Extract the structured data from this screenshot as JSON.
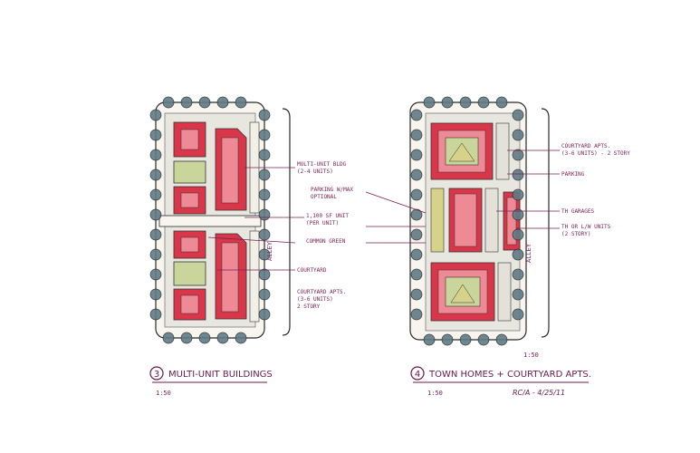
{
  "colors": {
    "paper": "#ffffff",
    "roof_red": "#d9364a",
    "roof_light": "#ee8a95",
    "green": "#c9d59a",
    "green_dark": "#9fb36b",
    "tree": "#5f7b86",
    "ink": "#2b2b2b",
    "annotation": "#7a1f55",
    "courtyard_yellow": "#d7d28a"
  },
  "plan_a": {
    "number": "3",
    "title": "MULTI-UNIT BUILDINGS",
    "scale": "1:50",
    "alley": "ALLEY",
    "labels": {
      "multi_unit": "MULTI-UNIT BLDG",
      "multi_unit_sub": "(2-4 UNITS)",
      "parking": "PARKING W/MAX",
      "parking_sub": "OPTIONAL",
      "unit": "1,100 SF UNIT",
      "unit_sub": "(PER UNIT)",
      "common_green": "COMMON GREEN",
      "courtyard": "COURTYARD",
      "courtyard_apts": "COURTYARD APTS.",
      "courtyard_apts_sub1": "(3-6 UNITS)",
      "courtyard_apts_sub2": "2 STORY"
    }
  },
  "plan_b": {
    "number": "4",
    "title": "TOWN HOMES + COURTYARD APTS.",
    "scale": "1:50",
    "alley": "ALLEY",
    "mid_scale": "1:50",
    "initials": "RC/A - 4/25/11",
    "labels": {
      "courtyard_apts": "COURTYARD APTS.",
      "courtyard_apts_sub": "(3-6 UNITS) - 2 STORY",
      "parking": "PARKING",
      "th_garages": "TH GARAGES",
      "th_lw": "TH OR L/W UNITS",
      "th_lw_sub": "(2 STORY)"
    }
  }
}
